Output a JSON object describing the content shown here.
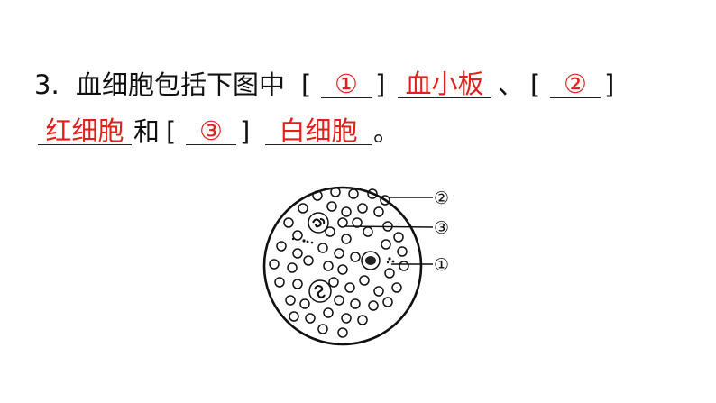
{
  "question": {
    "number": "3.",
    "stem_part1": "血细胞包括下图中",
    "bracket_open": "[",
    "bracket_close": "]",
    "separator": "、",
    "connector": "和",
    "period": "。",
    "answers": {
      "blank1_num": "①",
      "blank1_name": "血小板",
      "blank2_num": "②",
      "blank2_name": "红细胞",
      "blank3_num": "③",
      "blank3_name": "白细胞"
    },
    "answer_color": "#e0201c"
  },
  "figure": {
    "labels": [
      "②",
      "③",
      "①"
    ]
  }
}
